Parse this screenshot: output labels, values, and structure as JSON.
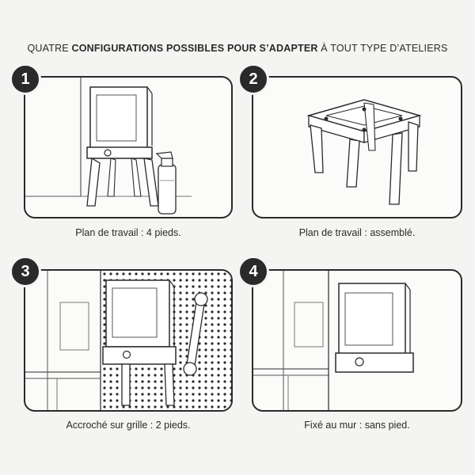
{
  "heading": {
    "prefix": "QUATRE ",
    "bold": "CONFIGURATIONS POSSIBLES POUR S’ADAPTER",
    "suffix": " À TOUT TYPE D’ATELIERS"
  },
  "panels": [
    {
      "number": "1",
      "caption": "Plan de travail : 4 pieds."
    },
    {
      "number": "2",
      "caption": "Plan de travail : assemblé."
    },
    {
      "number": "3",
      "caption": "Accroché sur grille : 2 pieds."
    },
    {
      "number": "4",
      "caption": "Fixé au mur : sans pied."
    }
  ]
}
